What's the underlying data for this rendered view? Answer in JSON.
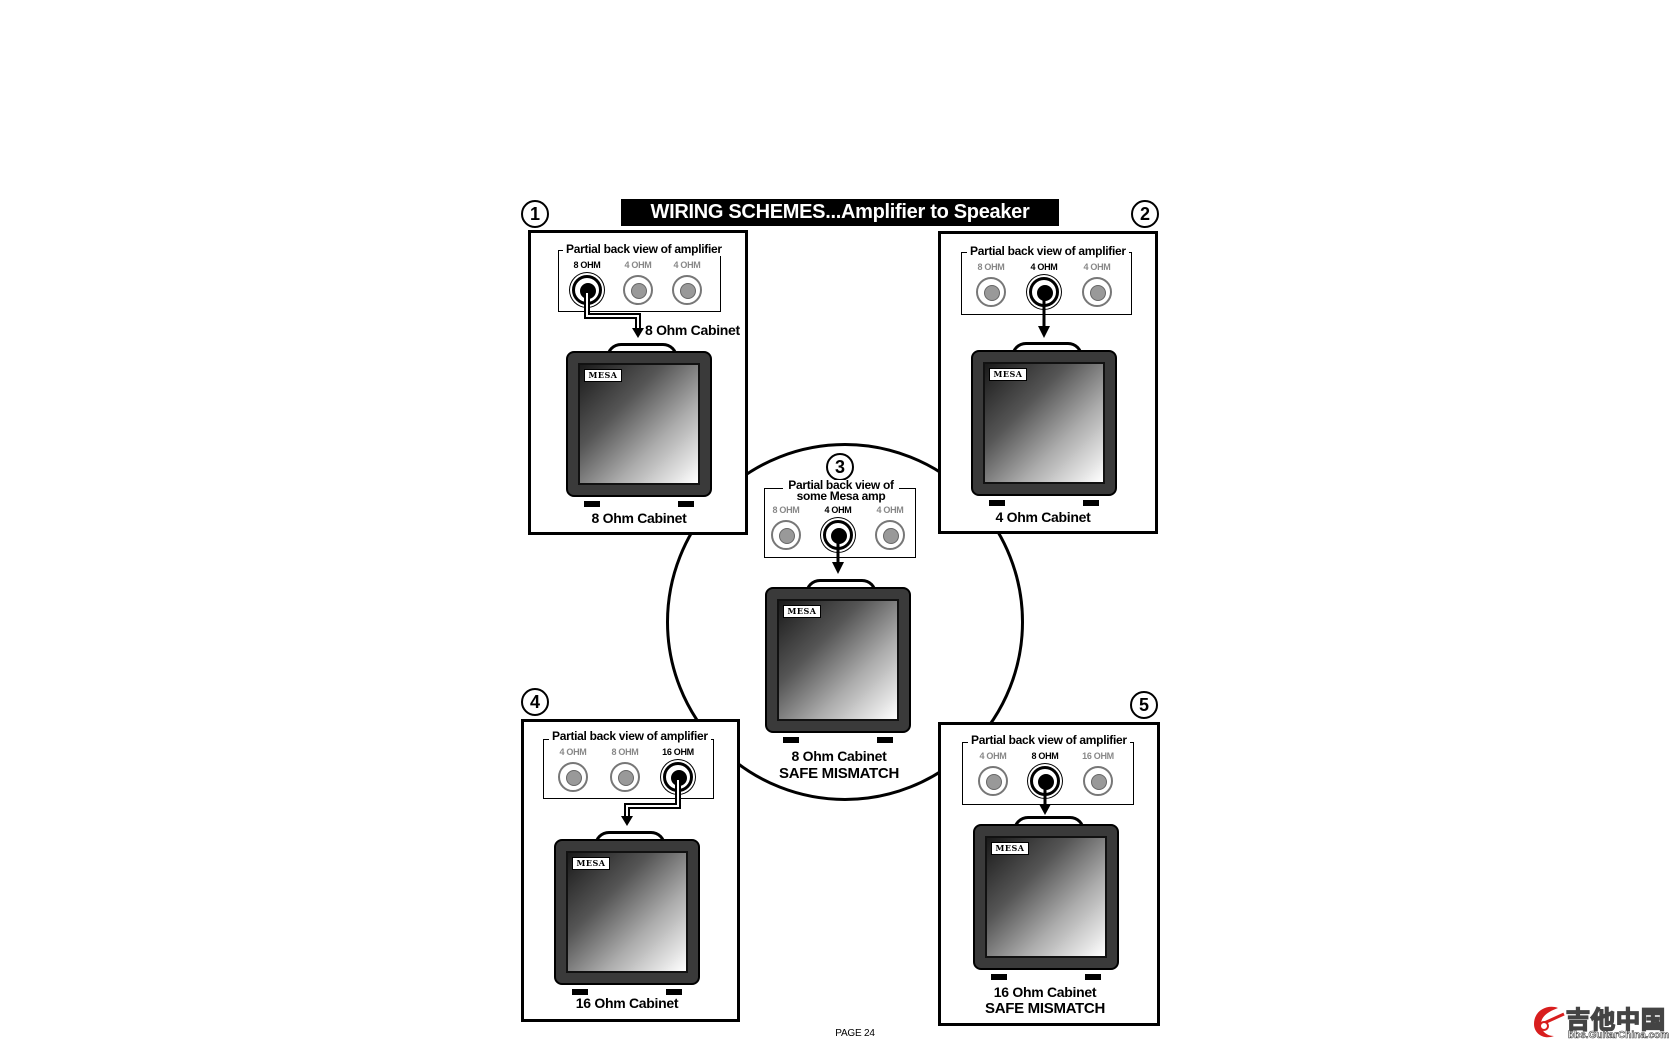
{
  "title": "WIRING SCHEMES...Amplifier to Speaker Cabinets",
  "page_label": "PAGE 24",
  "watermark": {
    "main": "吉他中国",
    "sub": "bbs.GuitarChina.com"
  },
  "cabinet_logo": "MESA",
  "schemes": [
    {
      "number": "1",
      "jackbox_title": "Partial back view of amplifier",
      "jacks": [
        {
          "label": "8 OHM",
          "active": true
        },
        {
          "label": "4 OHM",
          "active": false
        },
        {
          "label": "4 OHM",
          "active": false
        }
      ],
      "cable_label": "8 Ohm   Cabinet",
      "caption": "8 Ohm Cabinet"
    },
    {
      "number": "2",
      "jackbox_title": "Partial back view of amplifier",
      "jacks": [
        {
          "label": "8 OHM",
          "active": false
        },
        {
          "label": "4 OHM",
          "active": true
        },
        {
          "label": "4 OHM",
          "active": false
        }
      ],
      "caption": "4 Ohm Cabinet"
    },
    {
      "number": "3",
      "jackbox_title_line1": "Partial back view of",
      "jackbox_title_line2": "some Mesa amp",
      "jacks": [
        {
          "label": "8 OHM",
          "active": false
        },
        {
          "label": "4 OHM",
          "active": true
        },
        {
          "label": "4 OHM",
          "active": false
        }
      ],
      "caption": "8 Ohm   Cabinet",
      "caption2": "SAFE MISMATCH"
    },
    {
      "number": "4",
      "jackbox_title": "Partial back view of amplifier",
      "jacks": [
        {
          "label": "4 OHM",
          "active": false
        },
        {
          "label": "8 OHM",
          "active": false
        },
        {
          "label": "16 OHM",
          "active": true
        }
      ],
      "caption": "16 Ohm   Cabinet"
    },
    {
      "number": "5",
      "jackbox_title": "Partial back view of amplifier",
      "jacks": [
        {
          "label": "4 OHM",
          "active": false
        },
        {
          "label": "8 OHM",
          "active": true
        },
        {
          "label": "16 OHM",
          "active": false
        }
      ],
      "caption": "16 Ohm   Cabinet",
      "caption2": "SAFE MISMATCH"
    }
  ]
}
